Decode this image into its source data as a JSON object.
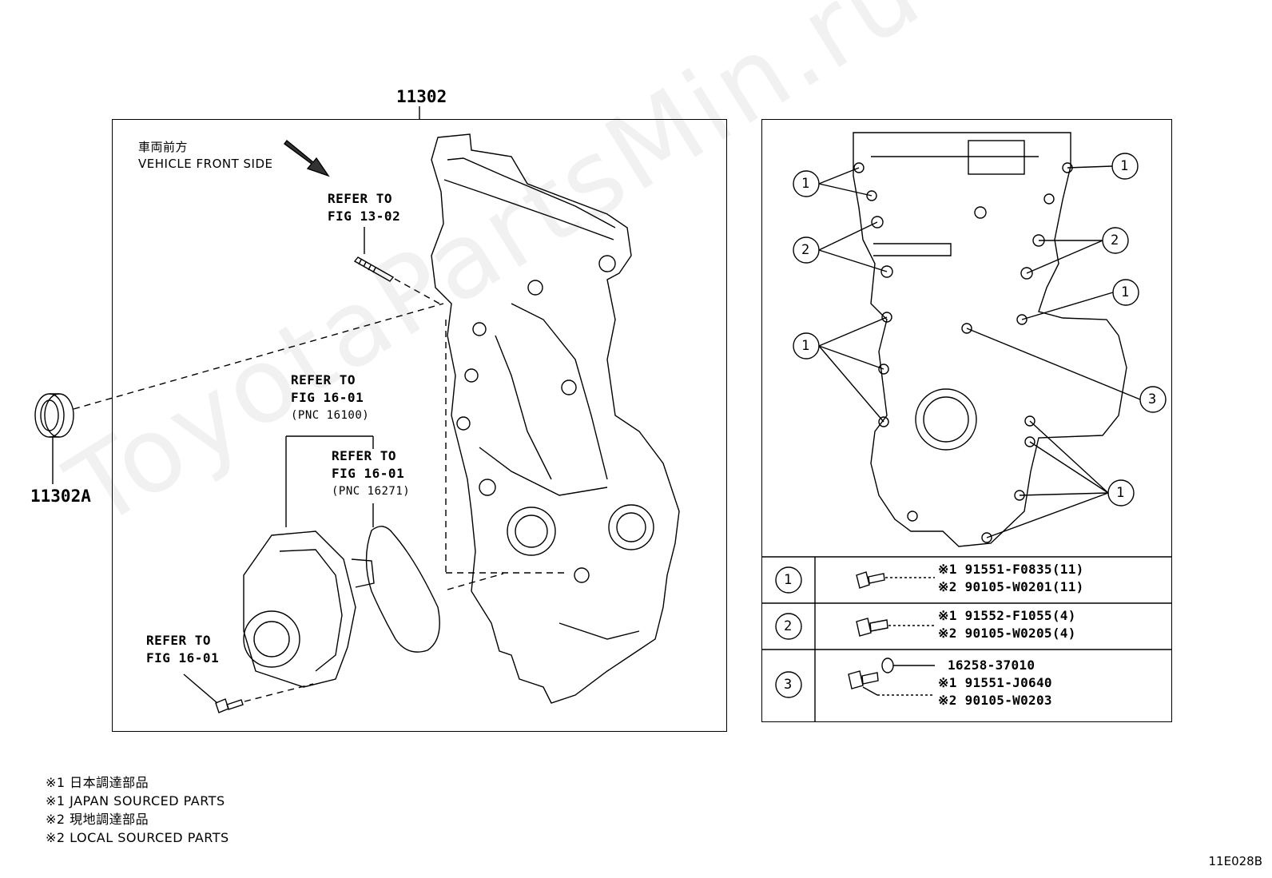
{
  "watermark": "ToyotaPartsMin.ru",
  "main_part_number": "11302",
  "seal_part_number": "11302A",
  "vehicle_front": {
    "jp": "車両前方",
    "en": "VEHICLE FRONT SIDE"
  },
  "refs": {
    "stud": {
      "line1": "REFER TO",
      "line2": "FIG 13-02"
    },
    "pump": {
      "line1": "REFER TO",
      "line2": "FIG 16-01",
      "line3": "(PNC 16100)"
    },
    "gasket": {
      "line1": "REFER TO",
      "line2": "FIG 16-01",
      "line3": "(PNC 16271)"
    },
    "bolt": {
      "line1": "REFER TO",
      "line2": "FIG 16-01"
    }
  },
  "bolt_callouts": [
    "1",
    "1",
    "2",
    "2",
    "1",
    "1",
    "3",
    "1"
  ],
  "bolt_table": [
    {
      "key": "1",
      "lines": [
        "※1 91551-F0835(11)",
        "※2 90105-W0201(11)"
      ]
    },
    {
      "key": "2",
      "lines": [
        "※1 91552-F1055(4)",
        "※2 90105-W0205(4)"
      ]
    },
    {
      "key": "3",
      "lines": [
        "16258-37010",
        "※1 91551-J0640",
        "※2 90105-W0203"
      ]
    }
  ],
  "legend": [
    "※1 日本調達部品",
    "※1 JAPAN SOURCED PARTS",
    "※2 現地調達部品",
    "※2 LOCAL SOURCED PARTS"
  ],
  "figure_code": "11E028B"
}
